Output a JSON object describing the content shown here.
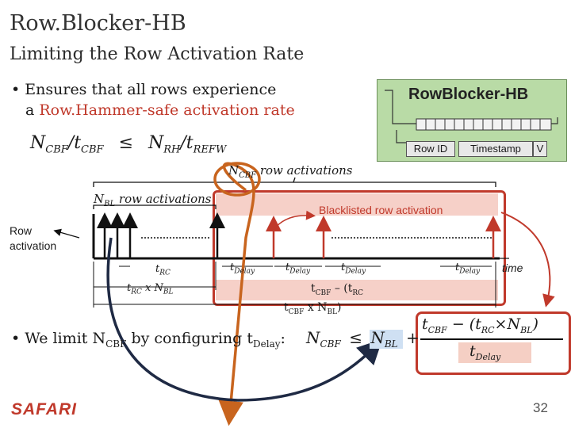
{
  "title": "Row.Blocker-HB",
  "subtitle": "Limiting the Row Activation Rate",
  "bullet1": {
    "line1": "Ensures that all rows experience",
    "line2_prefix": "a ",
    "line2_highlight": "Row.Hammer-safe activation rate"
  },
  "inset": {
    "title": "RowBlocker-HB",
    "col_row_id": "Row ID",
    "col_timestamp": "Timestamp",
    "col_v": "V"
  },
  "formula1": {
    "lhs": "N",
    "lhs_sub": "CBF",
    "slash1": "/t",
    "lhs_sub2": "CBF",
    "le": "≤",
    "rhs": "N",
    "rhs_sub": "RH",
    "slash2": "/t",
    "rhs_sub2": "REFW"
  },
  "diagram": {
    "ncbf_label_n": "N",
    "ncbf_label_sub": "CBF",
    "ncbf_label_tail": " row activations",
    "nbl_label_n": "N",
    "nbl_label_sub": "BL",
    "nbl_label_tail": " row activations",
    "blacklisted": "Blacklisted row activation",
    "row_activation": "Row\nactivation",
    "trc": "t",
    "trc_sub": "RC",
    "trc_x_nbl": "t",
    "trc_x_nbl_sub": "RC",
    "trc_x_nbl_tail": " x N",
    "trc_x_nbl_sub2": "BL",
    "tdelay": "t",
    "tdelay_sub": "Delay",
    "time": "time",
    "tcbf_expr": "t",
    "tcbf_expr_sub": "CBF",
    "tcbf_expr_tail": " – (t",
    "tcbf_expr_sub2": "RC",
    "tcbf_line2": "t",
    "tcbf_line2_sub": "CBF",
    "tcbf_line2_tail": " x N",
    "tcbf_line2_sub2": "BL",
    "tcbf_line2_close": ")"
  },
  "bullet2": {
    "text_pre": "We limit N",
    "text_sub": "CBF",
    "text_mid": " by configuring t",
    "text_sub2": "Delay",
    "text_post": ":"
  },
  "formula2": {
    "lhs": "N",
    "lhs_sub": "CBF",
    "le": "≤",
    "nbl": "N",
    "nbl_sub": "BL",
    "plus": "+",
    "num": "t",
    "num_sub": "CBF",
    "num_tail": " − (t",
    "num_sub2": "RC",
    "num_times": "×N",
    "num_sub3": "BL",
    "num_close": ")",
    "den": "t",
    "den_sub": "Delay"
  },
  "footer": {
    "logo": "SAFARI",
    "page": "32"
  },
  "colors": {
    "accent_red": "#c0392b",
    "inset_green": "#b9dba6",
    "arrow_orange": "#c8641e",
    "arrow_navy": "#1f2a44",
    "highlight_blue": "#cfe0f3",
    "highlight_pink": "#f6d0c8"
  }
}
